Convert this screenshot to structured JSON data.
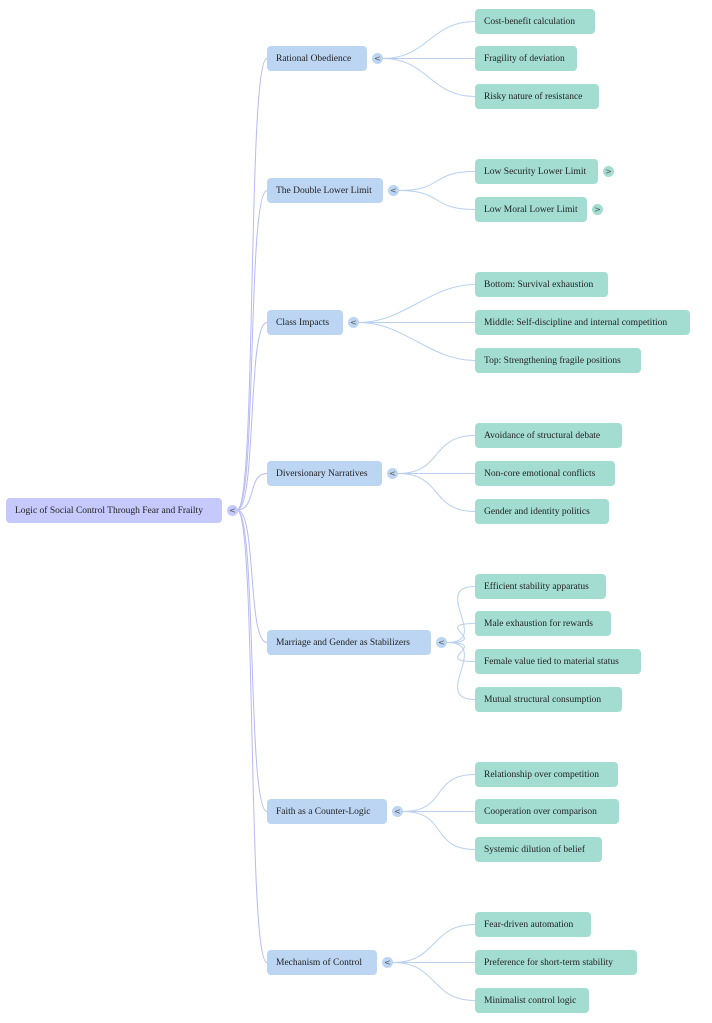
{
  "colors": {
    "root": "#c6c9fb",
    "branch": "#bcd5f2",
    "leaf": "#a3ddd1",
    "root_link": "#b6baf5",
    "branch_link": "#b8d0ee"
  },
  "root": {
    "label": "Logic of Social Control Through Fear and Frailty",
    "toggle": "<"
  },
  "branches": [
    {
      "label": "Rational Obedience",
      "toggle": "<",
      "children": [
        {
          "label": "Cost-benefit calculation"
        },
        {
          "label": "Fragility of deviation"
        },
        {
          "label": "Risky nature of resistance"
        }
      ]
    },
    {
      "label": "The Double Lower Limit",
      "toggle": "<",
      "children": [
        {
          "label": "Low Security Lower Limit",
          "toggle": ">"
        },
        {
          "label": "Low Moral Lower Limit",
          "toggle": ">"
        }
      ]
    },
    {
      "label": "Class Impacts",
      "toggle": "<",
      "children": [
        {
          "label": "Bottom: Survival exhaustion"
        },
        {
          "label": "Middle: Self-discipline and internal competition"
        },
        {
          "label": "Top: Strengthening fragile positions"
        }
      ]
    },
    {
      "label": "Diversionary Narratives",
      "toggle": "<",
      "children": [
        {
          "label": "Avoidance of structural debate"
        },
        {
          "label": "Non-core emotional conflicts"
        },
        {
          "label": "Gender and identity politics"
        }
      ]
    },
    {
      "label": "Marriage and Gender as Stabilizers",
      "toggle": "<",
      "children": [
        {
          "label": "Efficient stability apparatus"
        },
        {
          "label": "Male exhaustion for rewards"
        },
        {
          "label": "Female value tied to material status"
        },
        {
          "label": "Mutual structural consumption"
        }
      ]
    },
    {
      "label": "Faith as a Counter-Logic",
      "toggle": "<",
      "children": [
        {
          "label": "Relationship over competition"
        },
        {
          "label": "Cooperation over comparison"
        },
        {
          "label": "Systemic dilution of belief"
        }
      ]
    },
    {
      "label": "Mechanism of Control",
      "toggle": "<",
      "children": [
        {
          "label": "Fear-driven automation"
        },
        {
          "label": "Preference for short-term stability"
        },
        {
          "label": "Minimalist control logic"
        }
      ]
    }
  ]
}
